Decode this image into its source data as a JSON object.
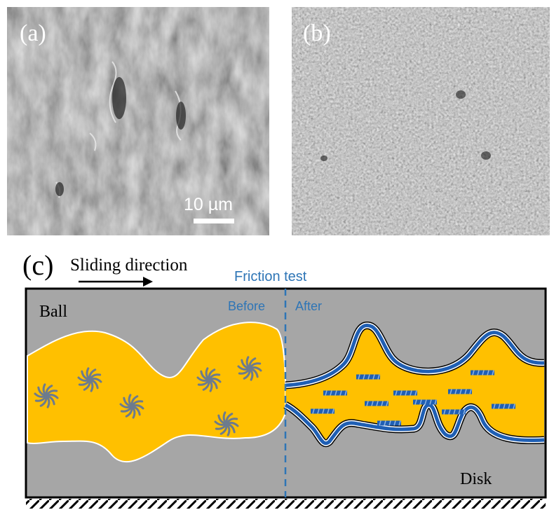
{
  "panels": {
    "a": {
      "label": "(a)",
      "scale_bar": "10 µm"
    },
    "b": {
      "label": "(b)"
    },
    "c": {
      "label": "(c)",
      "sliding_direction": "Sliding direction",
      "friction_test": "Friction test",
      "before": "Before",
      "after": "After",
      "ball": "Ball",
      "disk": "Disk"
    }
  },
  "colors": {
    "gray_body": "#a6a6a6",
    "lubricant_yellow": "#ffc000",
    "film_blue": "#1f5fb4",
    "dash_blue": "#2e75b6",
    "particle_gray": "#6d7b8d"
  }
}
